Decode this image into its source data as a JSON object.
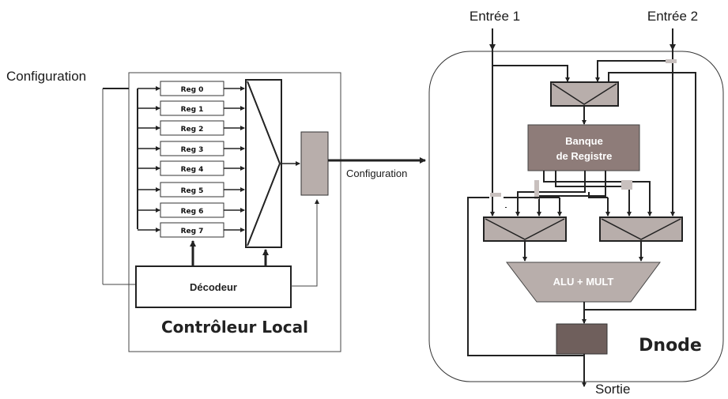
{
  "controller": {
    "label": "Contrôleur Local",
    "config_input_label": "Configuration",
    "registers": [
      "Reg 0",
      "Reg 1",
      "Reg 2",
      "Reg 3",
      "Reg 4",
      "Reg 5",
      "Reg 6",
      "Reg 7"
    ],
    "decoder_label": "Décodeur"
  },
  "link": {
    "label": "Configuration"
  },
  "dnode": {
    "label": "Dnode",
    "input1": "Entrée 1",
    "input2": "Entrée 2",
    "register_bank_line1": "Banque",
    "register_bank_line2": "de Registre",
    "alu_label": "ALU + MULT",
    "output_label": "Sortie"
  },
  "colors": {
    "mux_fill": "#b8aeab",
    "bank_fill": "#8e7c79",
    "output_reg_fill": "#6f5f5c",
    "tap_mark": "#c8c0be"
  }
}
